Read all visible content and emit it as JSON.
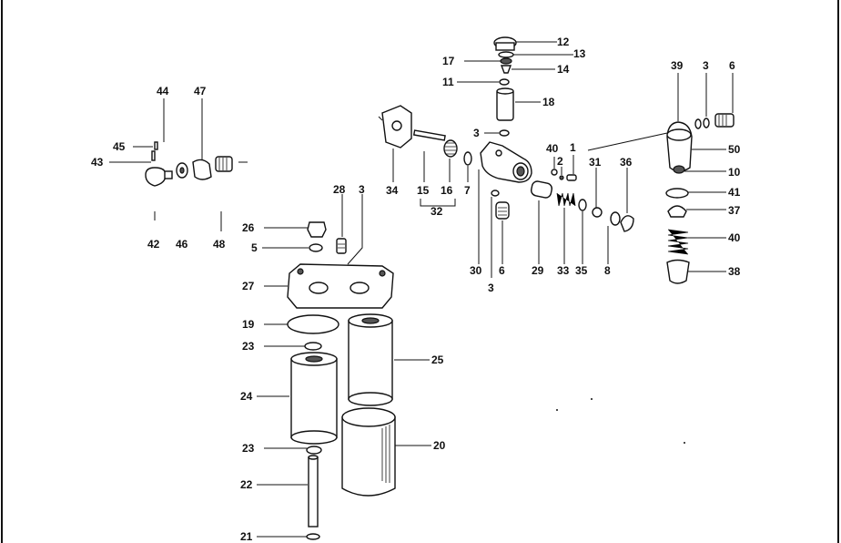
{
  "labels": {
    "l12": "12",
    "l13": "13",
    "l17": "17",
    "l14": "14",
    "l11": "11",
    "l18": "18",
    "l3a": "3",
    "l40a": "40",
    "l2": "2",
    "l1": "1",
    "l31": "31",
    "l36": "36",
    "l39": "39",
    "l3b": "3",
    "l6a": "6",
    "l50": "50",
    "l10": "10",
    "l41": "41",
    "l37": "37",
    "l40b": "40",
    "l38": "38",
    "l44": "44",
    "l47": "47",
    "l45": "45",
    "l43": "43",
    "l42": "42",
    "l46": "46",
    "l48": "48",
    "l34": "34",
    "l15": "15",
    "l16": "16",
    "l7": "7",
    "l32": "32",
    "l28": "28",
    "l3c": "3",
    "l26": "26",
    "l5": "5",
    "l27": "27",
    "l30": "30",
    "l6b": "6",
    "l3d": "3",
    "l29": "29",
    "l33": "33",
    "l35": "35",
    "l8": "8",
    "l19": "19",
    "l23a": "23",
    "l25": "25",
    "l24": "24",
    "l23b": "23",
    "l20": "20",
    "l22": "22",
    "l21": "21"
  }
}
